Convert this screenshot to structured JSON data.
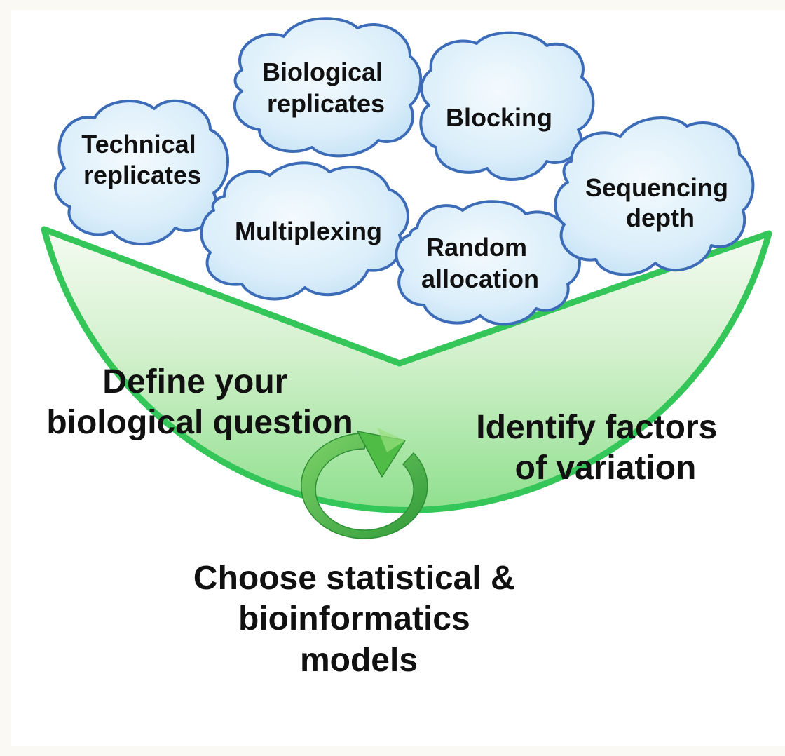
{
  "clouds": {
    "technical": [
      "Technical",
      "replicates"
    ],
    "biological": [
      "Biological",
      "replicates"
    ],
    "blocking": [
      "Blocking"
    ],
    "multiplexing": [
      "Multiplexing"
    ],
    "random": [
      "Random",
      "allocation"
    ],
    "sequencing": [
      "Sequencing",
      "depth"
    ]
  },
  "bowl": {
    "define": [
      "Define your",
      "biological question"
    ],
    "identify": [
      "Identify factors",
      "of variation"
    ],
    "choose": [
      "Choose statistical &",
      "bioinformatics",
      "models"
    ]
  },
  "icons": {
    "cycle": "refresh-arrow-icon"
  },
  "colors": {
    "bowl_fill_top": "#f4fbf1",
    "bowl_fill_bottom": "#8fe08e",
    "bowl_stroke": "#35c65a",
    "cloud_fill": "#dbeefa",
    "cloud_stroke": "#3c6cb8",
    "arrow": "#3fae3f"
  }
}
